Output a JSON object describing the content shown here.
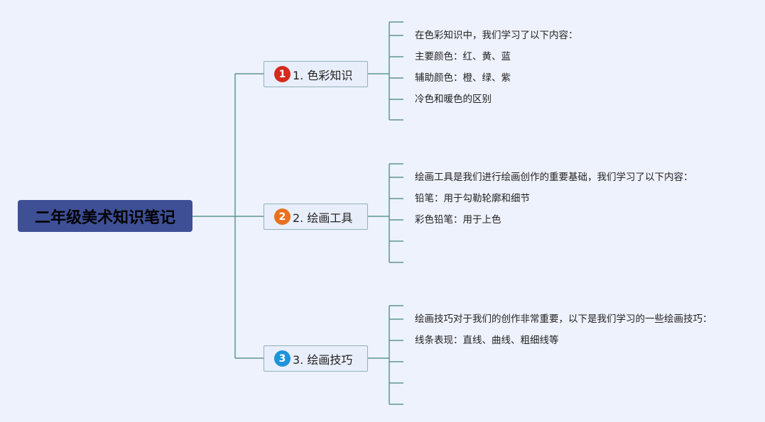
{
  "root": {
    "title": "二年级美术知识笔记"
  },
  "colors": {
    "background": "#eef2fc",
    "root_fill": "#3e4f96",
    "connector": "#5f9591",
    "branch_border": "#8fb2bd"
  },
  "branches": [
    {
      "badge": "1",
      "badge_color": "#d42b1e",
      "label": "1. 色彩知识",
      "items": [
        "在色彩知识中，我们学习了以下内容：",
        "主要颜色：红、黄、蓝",
        "辅助颜色：橙、绿、紫",
        "冷色和暖色的区别",
        ""
      ]
    },
    {
      "badge": "2",
      "badge_color": "#e8701f",
      "label": "2. 绘画工具",
      "items": [
        "绘画工具是我们进行绘画创作的重要基础，我们学习了以下内容：",
        "铅笔：用于勾勒轮廓和细节",
        "彩色铅笔：用于上色",
        "",
        ""
      ]
    },
    {
      "badge": "3",
      "badge_color": "#1f93d9",
      "label": "3. 绘画技巧",
      "items": [
        "绘画技巧对于我们的创作非常重要，以下是我们学习的一些绘画技巧：",
        "线条表现：直线、曲线、粗细线等",
        "",
        "",
        ""
      ]
    }
  ]
}
